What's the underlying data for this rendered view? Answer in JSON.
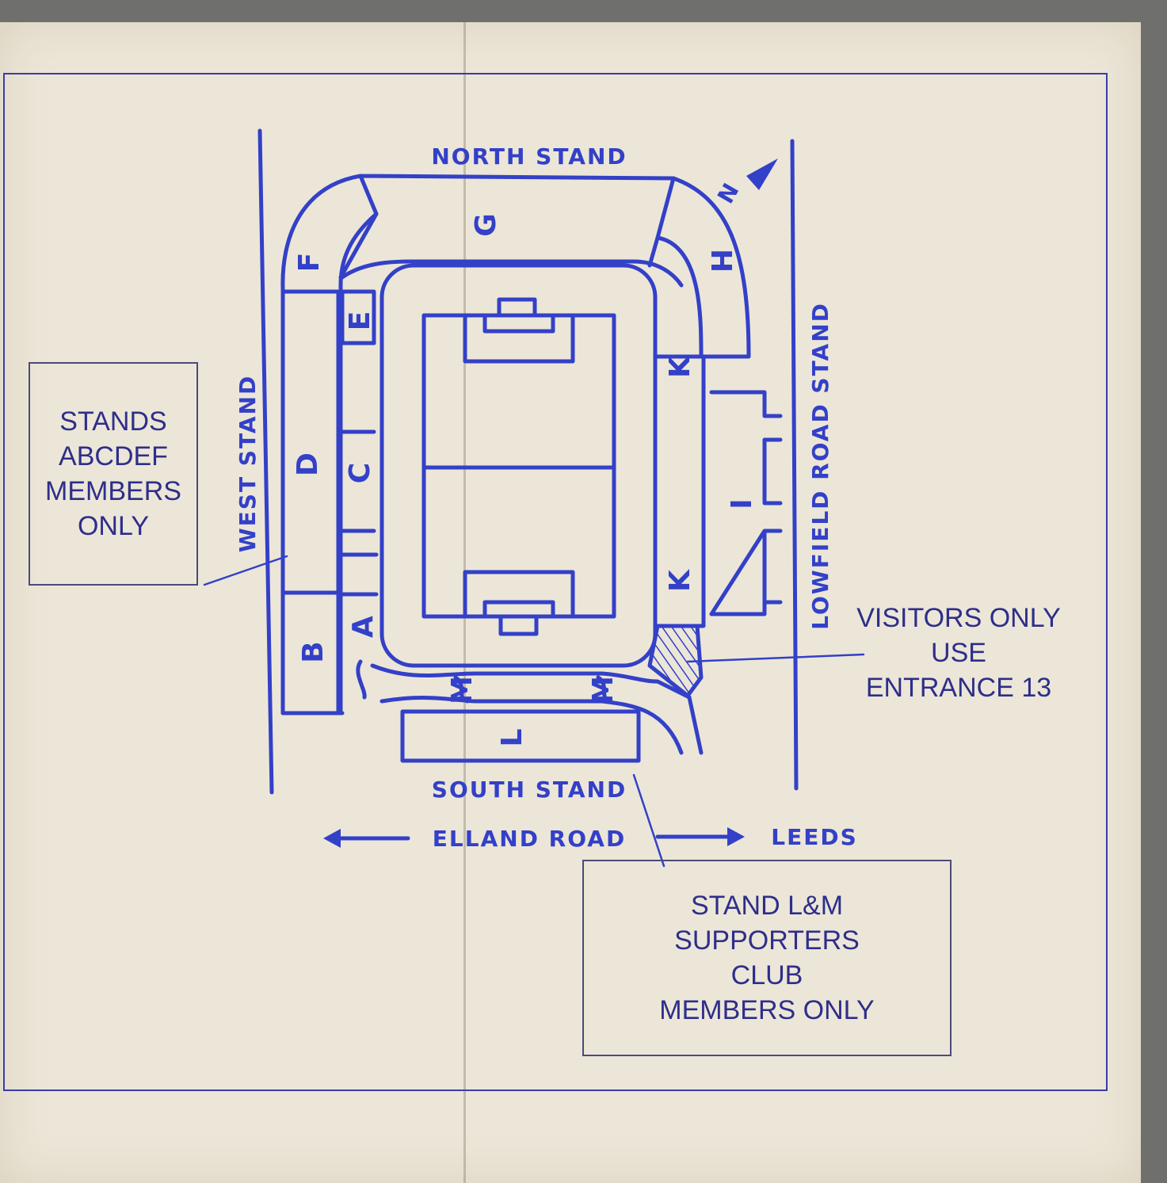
{
  "palette": {
    "ink": "#3340c8",
    "paper": "#ece6d8",
    "frame": "#3b3ba8",
    "notice_text": "#2e2e8a",
    "background": "#6f6f6d"
  },
  "stands": {
    "north": "NORTH STAND",
    "south": "SOUTH STAND",
    "west": "WEST STAND",
    "east": "LOWFIELD ROAD STAND"
  },
  "sections": {
    "a": "A",
    "b": "B",
    "c": "C",
    "d": "D",
    "e": "E",
    "f": "F",
    "g": "G",
    "h": "H",
    "i": "I",
    "k_upper": "K",
    "k_lower": "K",
    "l": "L",
    "m_left": "M",
    "m_right": "M"
  },
  "compass": {
    "north_marker": "N"
  },
  "roads": {
    "name": "ELLAND ROAD",
    "destination": "LEEDS"
  },
  "notices": {
    "members": [
      "STANDS",
      "ABCDEF",
      "MEMBERS",
      "ONLY"
    ],
    "visitors": [
      "VISITORS ONLY",
      "USE",
      "ENTRANCE 13"
    ],
    "supporters": [
      "STAND L&M",
      "SUPPORTERS",
      "CLUB",
      "MEMBERS ONLY"
    ]
  }
}
